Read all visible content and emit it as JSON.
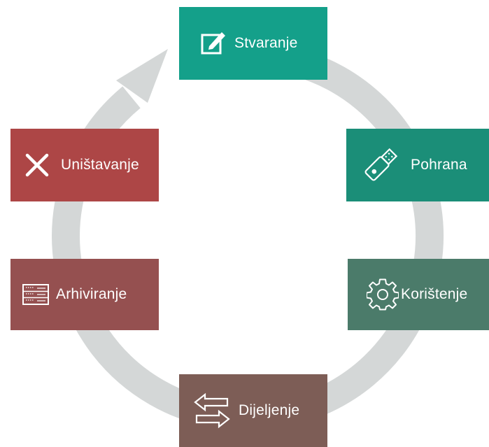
{
  "colors": {
    "ring": "#d4d7d7",
    "create": "#14a08a",
    "storage": "#1b8e78",
    "use": "#4b7b6a",
    "share": "#7d5d56",
    "archive": "#955050",
    "destroy": "#ad4646",
    "icon_stroke": "#ffffff"
  },
  "cycle": {
    "direction": "clockwise",
    "arrow_head": "top-left, pointing to Stvaranje"
  },
  "stages": [
    {
      "id": "create",
      "label": "Stvaranje",
      "icon": "edit-icon"
    },
    {
      "id": "storage",
      "label": "Pohrana",
      "icon": "usb-drive-icon"
    },
    {
      "id": "use",
      "label": "Korištenje",
      "icon": "gear-icon"
    },
    {
      "id": "share",
      "label": "Dijeljenje",
      "icon": "exchange-arrows-icon"
    },
    {
      "id": "archive",
      "label": "Arhiviranje",
      "icon": "archive-rack-icon"
    },
    {
      "id": "destroy",
      "label": "Uništavanje",
      "icon": "close-icon"
    }
  ]
}
